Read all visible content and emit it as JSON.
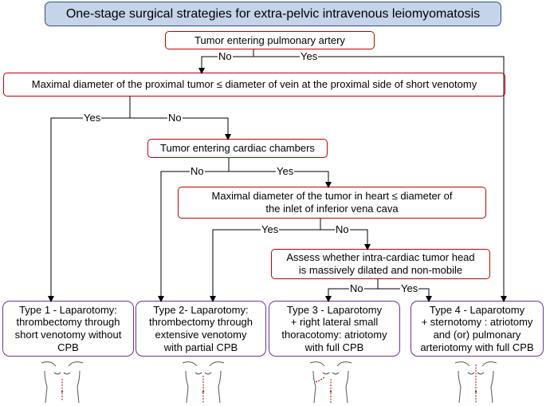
{
  "title": "One-stage surgical strategies for extra-pelvic intravenous leiomyomatosis",
  "nodes": {
    "q1": "Tumor entering pulmonary artery",
    "q2": "Maximal diameter of the proximal tumor ≤ diameter of vein at the proximal side of short venotomy",
    "q3": "Tumor entering cardiac chambers",
    "q4_line1": "Maximal diameter of the tumor in heart ≤ diameter of",
    "q4_line2": "the inlet of inferior vena cava",
    "q5_line1": "Assess whether intra-cardiac tumor head",
    "q5_line2": "is massively dilated and non-mobile"
  },
  "types": [
    {
      "lines": [
        "Type 1 - Laparotomy:",
        "thrombectomy through",
        "short venotomy without",
        "CPB"
      ]
    },
    {
      "lines": [
        "Type 2- Laparotomy:",
        "thrombectomy through",
        "extensive venotomy",
        "with partial CPB"
      ]
    },
    {
      "lines": [
        "Type 3 - Laparotomy",
        "+ right lateral small",
        "thoracotomy: atriotomy",
        "with full CPB"
      ]
    },
    {
      "lines": [
        "Type 4 - Laparotomy",
        "+ sternotomy : atriotomy",
        "and (or) pulmonary",
        "arteriotomy with full CPB"
      ]
    }
  ],
  "labels": {
    "q1_no": "No",
    "q1_yes": "Yes",
    "q2_yes": "Yes",
    "q2_no": "No",
    "q3_no": "No",
    "q3_yes": "Yes",
    "q4_yes": "Yes",
    "q4_no": "No",
    "q5_no": "No",
    "q5_yes": "Yes"
  },
  "colors": {
    "title_fill": "#c6d4ea",
    "decision_border": "#c00000",
    "outcome_border": "#7030a0",
    "incision": "#c00000"
  },
  "icons": [
    "torso-laparotomy-icon",
    "torso-laparotomy-icon",
    "torso-thoracotomy-icon",
    "torso-sternotomy-icon"
  ]
}
